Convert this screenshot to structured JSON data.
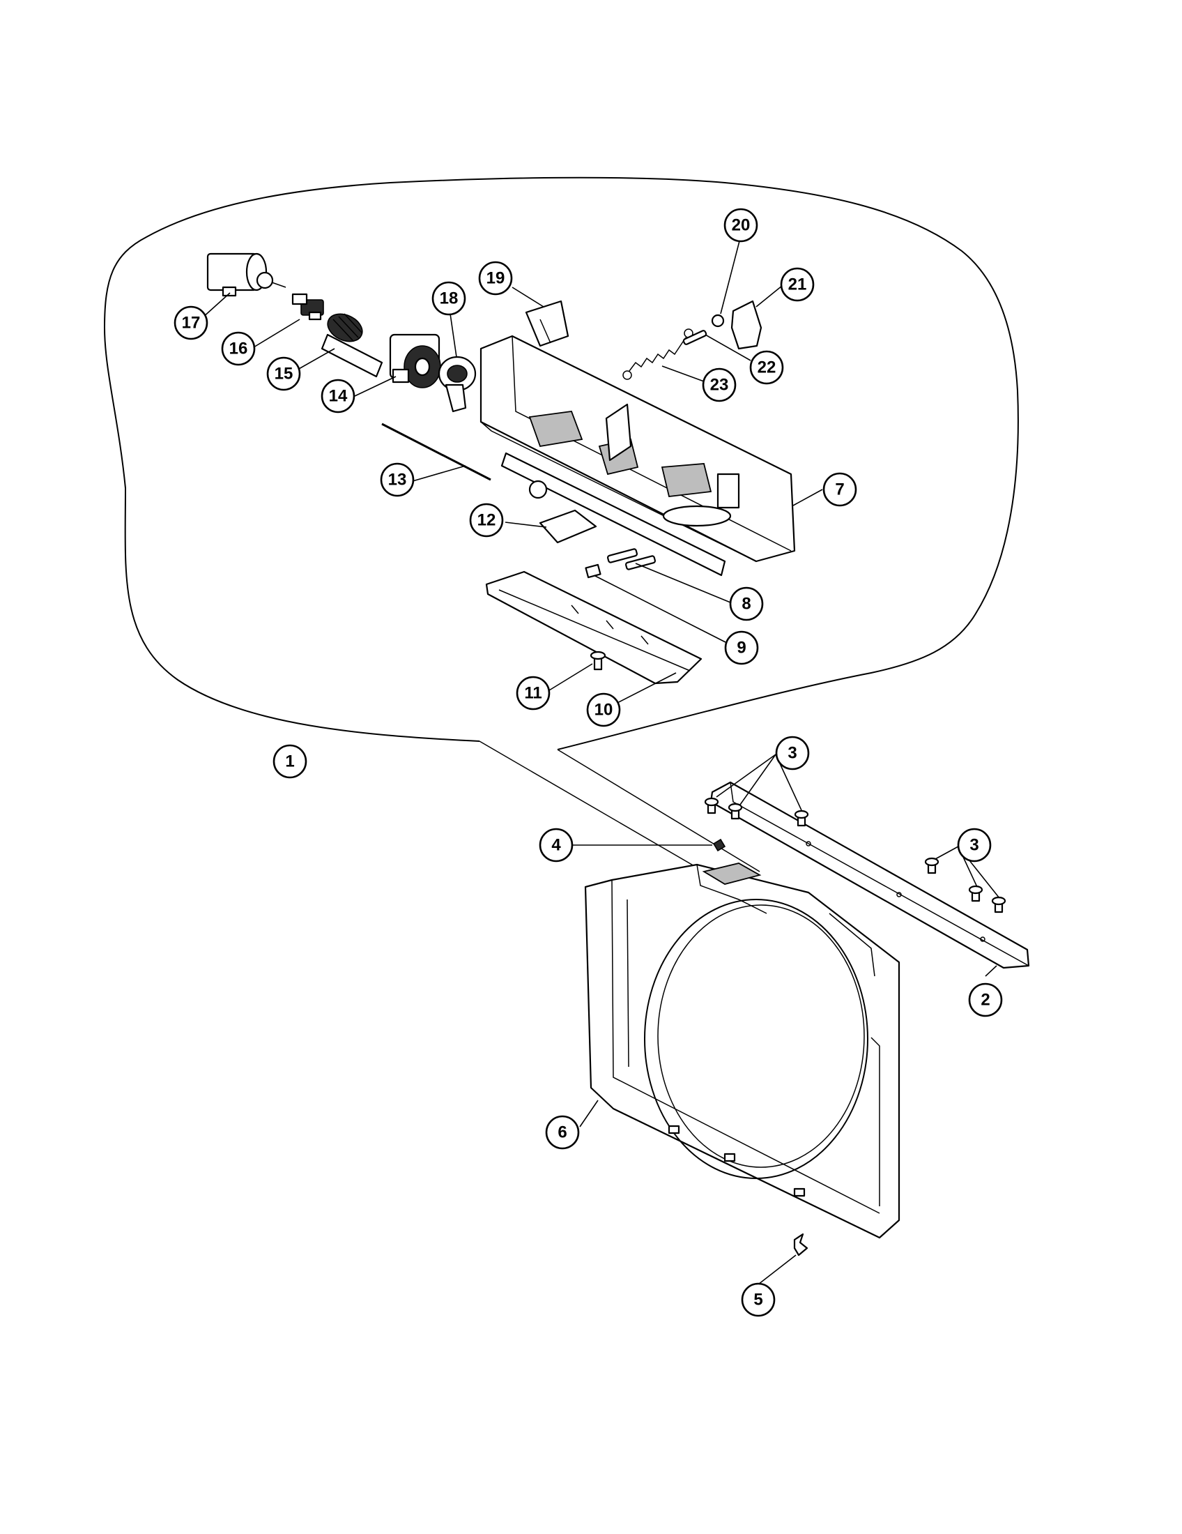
{
  "diagram": {
    "callouts": [
      {
        "id": "1",
        "label": "1"
      },
      {
        "id": "2",
        "label": "2"
      },
      {
        "id": "3a",
        "label": "3"
      },
      {
        "id": "3b",
        "label": "3"
      },
      {
        "id": "4",
        "label": "4"
      },
      {
        "id": "5",
        "label": "5"
      },
      {
        "id": "6",
        "label": "6"
      },
      {
        "id": "7",
        "label": "7"
      },
      {
        "id": "8",
        "label": "8"
      },
      {
        "id": "9",
        "label": "9"
      },
      {
        "id": "10",
        "label": "10"
      },
      {
        "id": "11",
        "label": "11"
      },
      {
        "id": "12",
        "label": "12"
      },
      {
        "id": "13",
        "label": "13"
      },
      {
        "id": "14",
        "label": "14"
      },
      {
        "id": "15",
        "label": "15"
      },
      {
        "id": "16",
        "label": "16"
      },
      {
        "id": "17",
        "label": "17"
      },
      {
        "id": "18",
        "label": "18"
      },
      {
        "id": "19",
        "label": "19"
      },
      {
        "id": "20",
        "label": "20"
      },
      {
        "id": "21",
        "label": "21"
      },
      {
        "id": "22",
        "label": "22"
      },
      {
        "id": "23",
        "label": "23"
      }
    ],
    "colors": {
      "line": "#000000",
      "background": "#ffffff",
      "shade": "#bdbdbd"
    }
  }
}
